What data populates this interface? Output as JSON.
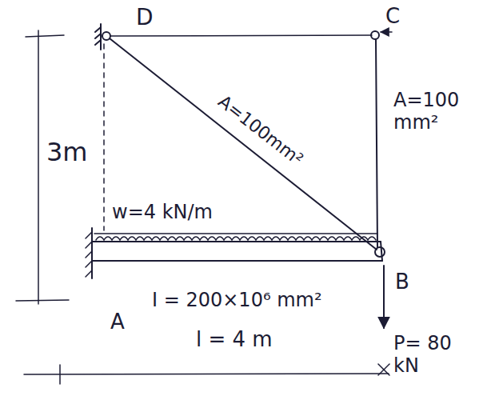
{
  "diagram": {
    "labels": [
      "D",
      "C",
      "A=100mm²",
      "A=100 mm²",
      "3m",
      "w=4 kN/m",
      "B",
      "A",
      "I = 200×10⁶ mm²",
      "l = 4 m",
      "P= 80 kN"
    ]
  }
}
